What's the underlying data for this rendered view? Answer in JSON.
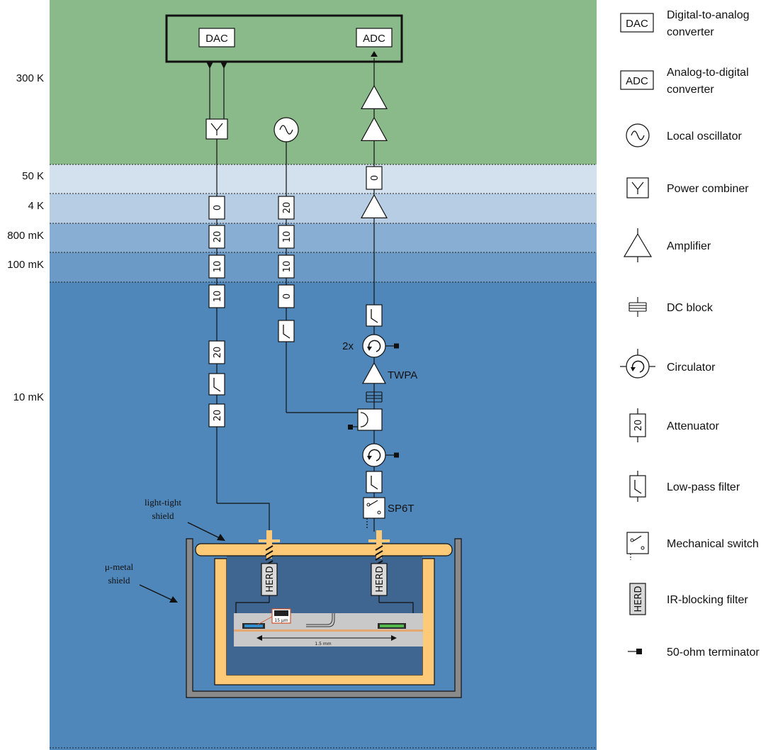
{
  "colors": {
    "stage_300K": "#8bba8a",
    "stage_50K": "#d3e0ee",
    "stage_4K": "#b7cde3",
    "stage_800mK": "#89aed3",
    "stage_100mK": "#6b9ac6",
    "stage_10mK": "#4f87ba",
    "shield_inner": "#3e6690",
    "copper": "#ffca78",
    "mu_metal": "#8a8a8a"
  },
  "stages": [
    {
      "label": "300 K"
    },
    {
      "label": "50 K"
    },
    {
      "label": "4 K"
    },
    {
      "label": "800 mK"
    },
    {
      "label": "100 mK"
    },
    {
      "label": "10 mK"
    }
  ],
  "electronics": {
    "dac": "DAC",
    "adc": "ADC"
  },
  "drive_line": [
    "0",
    "20",
    "10",
    "10",
    "20",
    "lpf",
    "20"
  ],
  "pump_line": [
    "20",
    "10",
    "10",
    "0",
    "lpf"
  ],
  "readout": {
    "attenuator_50K": "0",
    "circulator_count": "2x",
    "twpa": "TWPA",
    "switch": "SP6T"
  },
  "enclosure": {
    "light_tight_label": [
      "light-tight",
      "shield"
    ],
    "mu_metal_label": [
      "μ-metal",
      "shield"
    ],
    "herd_label": "HERD",
    "chip_scale": "1.5 mm",
    "inset_scale": "15 μm"
  },
  "legend": [
    {
      "icon": "dac-box-icon",
      "symbol": "DAC",
      "lines": [
        "Digital-to-analog",
        "converter"
      ]
    },
    {
      "icon": "adc-box-icon",
      "symbol": "ADC",
      "lines": [
        "Analog-to-digital",
        "converter"
      ]
    },
    {
      "icon": "local-oscillator-icon",
      "lines": [
        "Local oscillator"
      ]
    },
    {
      "icon": "power-combiner-icon",
      "lines": [
        "Power combiner"
      ]
    },
    {
      "icon": "amplifier-icon",
      "lines": [
        "Amplifier"
      ]
    },
    {
      "icon": "dc-block-icon",
      "lines": [
        "DC block"
      ]
    },
    {
      "icon": "circulator-icon",
      "lines": [
        "Circulator"
      ]
    },
    {
      "icon": "attenuator-icon",
      "symbol": "20",
      "lines": [
        "Attenuator"
      ]
    },
    {
      "icon": "low-pass-filter-icon",
      "lines": [
        "Low-pass filter"
      ]
    },
    {
      "icon": "mechanical-switch-icon",
      "lines": [
        "Mechanical switch"
      ]
    },
    {
      "icon": "ir-blocking-filter-icon",
      "symbol": "HERD",
      "lines": [
        "IR-blocking filter"
      ]
    },
    {
      "icon": "terminator-icon",
      "lines": [
        "50-ohm terminator"
      ]
    }
  ]
}
